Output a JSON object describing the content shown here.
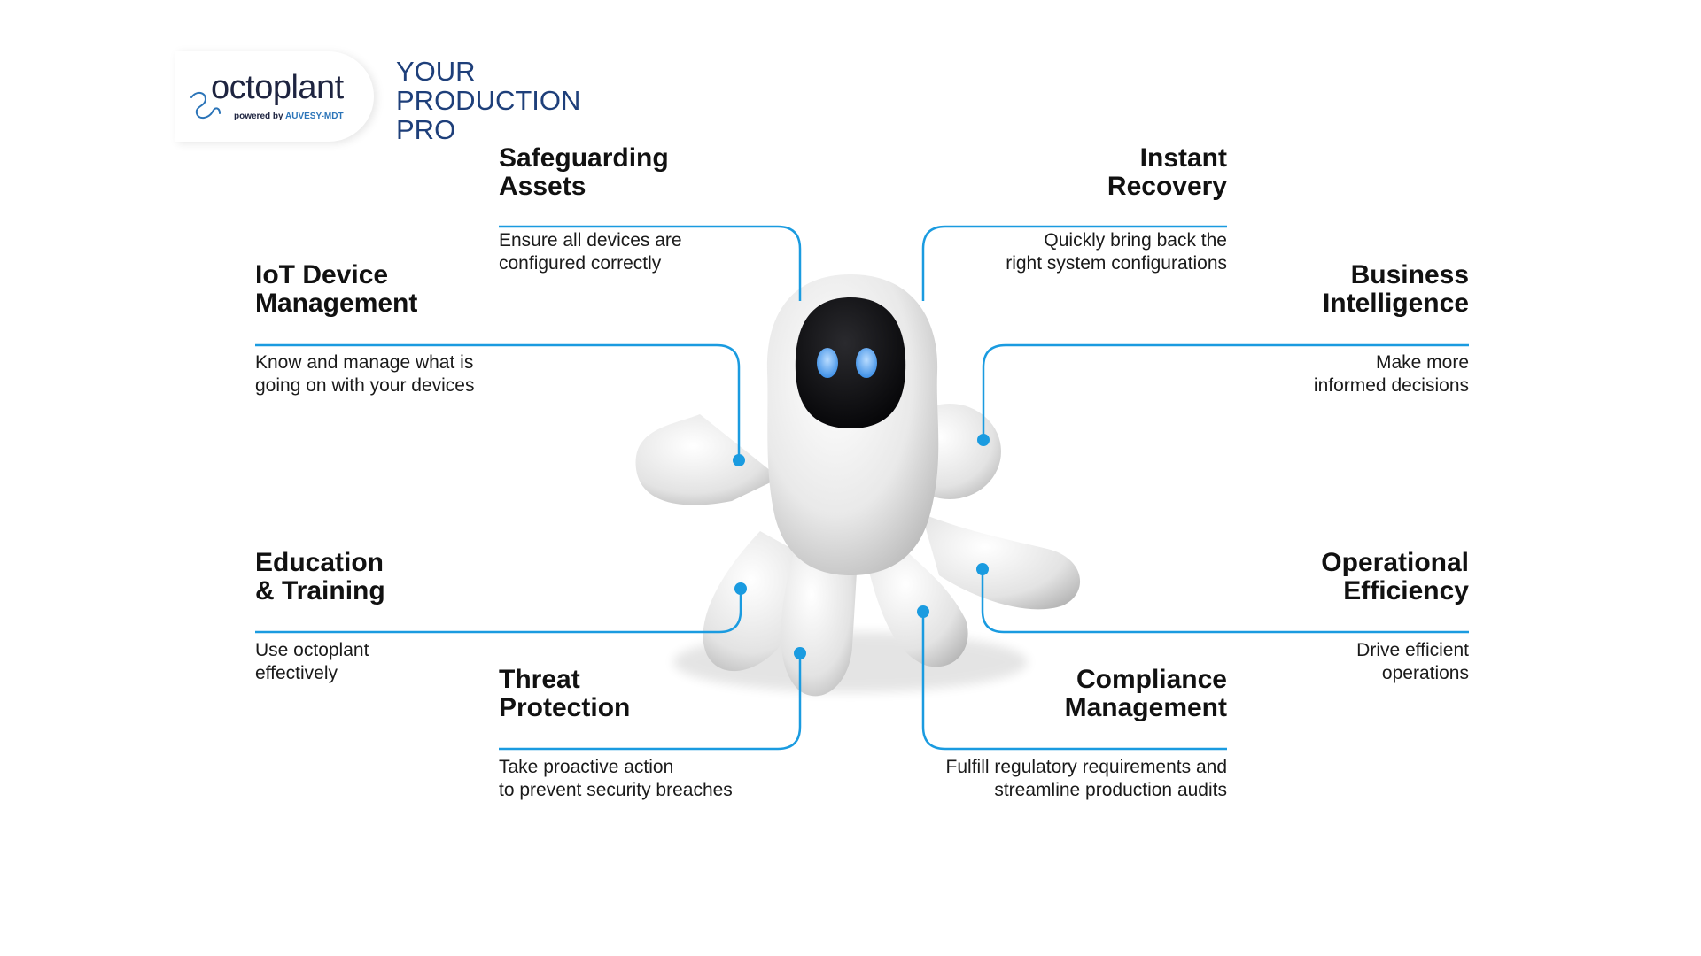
{
  "logo": {
    "wordmark": "octoplant",
    "powered_by": "powered by",
    "brand": "AUVESY-MDT"
  },
  "tagline": "YOUR PRODUCTION PRO",
  "features": [
    {
      "id": "safeguarding-assets",
      "title": "Safeguarding\nAssets",
      "desc": "Ensure all devices are\nconfigured correctly"
    },
    {
      "id": "instant-recovery",
      "title": "Instant\nRecovery",
      "desc": "Quickly bring back the\nright system configurations"
    },
    {
      "id": "iot-device-management",
      "title": "IoT Device\nManagement",
      "desc": "Know and manage what is\ngoing on with your devices"
    },
    {
      "id": "business-intelligence",
      "title": "Business\nIntelligence",
      "desc": "Make more\ninformed decisions"
    },
    {
      "id": "education-training",
      "title": "Education\n& Training",
      "desc": "Use octoplant\neffectively"
    },
    {
      "id": "operational-efficiency",
      "title": "Operational\nEfficiency",
      "desc": "Drive efficient\noperations"
    },
    {
      "id": "threat-protection",
      "title": "Threat\nProtection",
      "desc": "Take proactive action\nto prevent security breaches"
    },
    {
      "id": "compliance-management",
      "title": "Compliance\nManagement",
      "desc": "Fulfill regulatory requirements and\nstreamline production audits"
    }
  ],
  "colors": {
    "connector": "#1a9be0",
    "title": "#111111",
    "tagline": "#1e3f7a",
    "logo_text": "#1e2440",
    "logo_brand": "#2b74b8",
    "mascot_eyes": "#3d8fe6"
  }
}
